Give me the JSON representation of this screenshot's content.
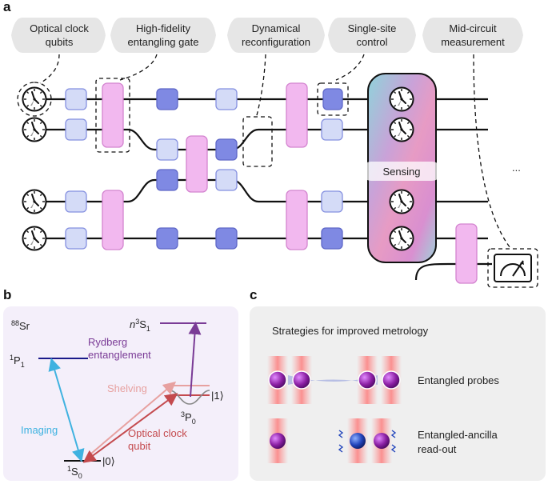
{
  "panel_a": {
    "letter": "a",
    "tags": {
      "clock": [
        "Optical clock",
        "qubits"
      ],
      "gate": [
        "High-fidelity",
        "entangling gate"
      ],
      "reconf": [
        "Dynamical",
        "reconfiguration"
      ],
      "single": [
        "Single-site",
        "control"
      ],
      "midcircuit": [
        "Mid-circuit",
        "measurement"
      ]
    },
    "sensing": "Sensing",
    "ellipsis": "..."
  },
  "panel_b": {
    "letter": "b",
    "isotope_sup": "88",
    "isotope": "Sr",
    "p1_main": "P",
    "p1_sup": "1",
    "p1_sub": "1",
    "s0_main": "S",
    "s0_sup": "1",
    "s0_sub": "0",
    "p0_main": "P",
    "p0_sup": "3",
    "p0_sub": "0",
    "ryd_n": "n",
    "ryd_main": "S",
    "ryd_sup": "3",
    "ryd_sub": "1",
    "ket0": "|0⟩",
    "ket1": "|1⟩",
    "rydberg": [
      "Rydberg",
      "entanglement"
    ],
    "shelving": "Shelving",
    "imaging": "Imaging",
    "clock_qubit": [
      "Optical clock",
      "qubit"
    ]
  },
  "panel_c": {
    "letter": "c",
    "title": "Strategies for improved metrology",
    "row1": "Entangled probes",
    "row2": [
      "Entangled-ancilla",
      "read-out"
    ]
  },
  "colors": {
    "gate_light": "#d4dbf7",
    "gate_mid": "#8590e0",
    "gate_pink": "#f2b8ef",
    "imaging": "#3fb2e0",
    "rydberg": "#7a3b96",
    "shelving": "#e7a1a0",
    "clock": "#c44a4e",
    "atom": "#8b1fa3",
    "ancilla": "#2244bb",
    "panel_b_bg": "#f4effa",
    "panel_c_bg": "#efefef"
  }
}
